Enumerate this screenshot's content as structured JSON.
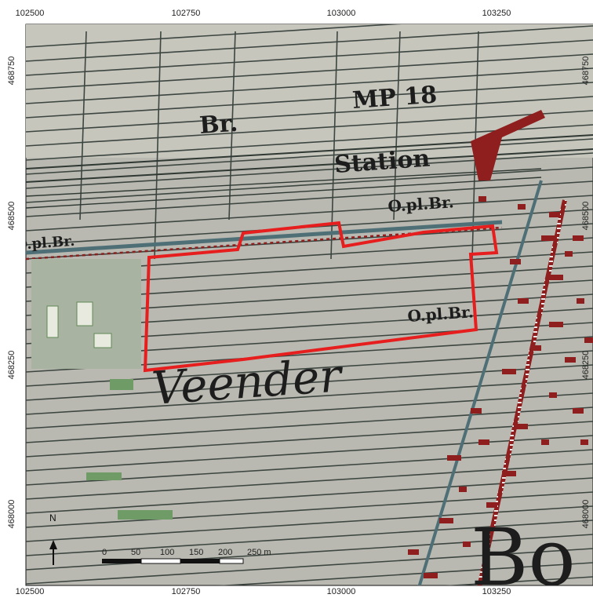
{
  "map": {
    "grid": {
      "x_ticks": [
        "102500",
        "102750",
        "103000",
        "103250"
      ],
      "y_ticks": [
        "468750",
        "468500",
        "468250",
        "468000"
      ],
      "x_range": [
        102500,
        103400
      ],
      "y_range": [
        467900,
        468800
      ]
    },
    "labels": {
      "mp18": "MP 18",
      "br": "Br.",
      "station": "Station",
      "opl_br": "O.pl.Br.",
      "opbr_left": "O.pl.Br.",
      "opl_mid": "O.pl.Br.",
      "veender": "Veender",
      "town_fragment": "Bo"
    },
    "north_arrow": "N",
    "scale_bar": {
      "ticks": [
        "0",
        "50",
        "100",
        "150",
        "200",
        "250"
      ],
      "unit": "m"
    },
    "colors": {
      "paper": "#b9b9b1",
      "ink": "#2f3833",
      "water": "#4f6f77",
      "buildings": "#8f1e1e",
      "study_area": "#e61e1e",
      "vegetation": "#5f8a55"
    }
  }
}
